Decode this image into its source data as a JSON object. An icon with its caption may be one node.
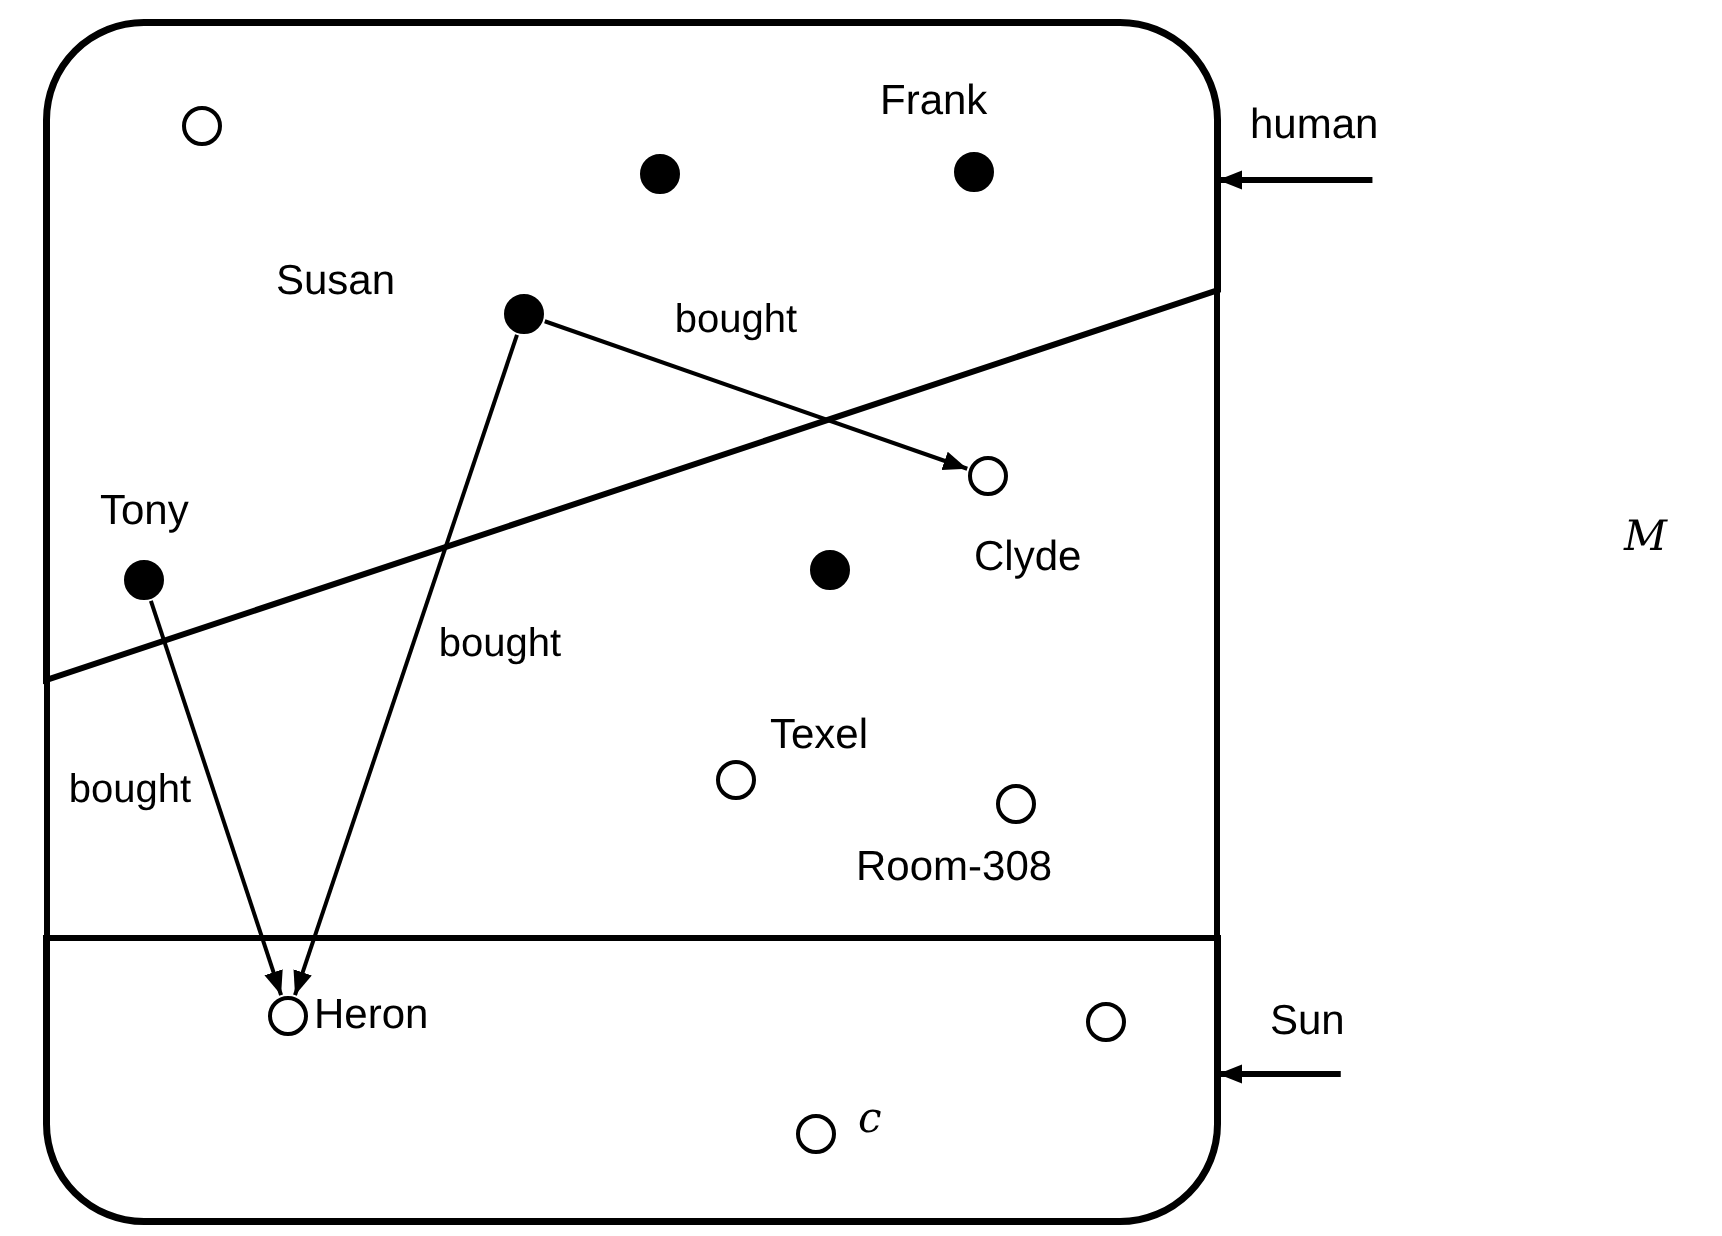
{
  "diagram": {
    "nodes": [
      {
        "text": [],
        "shape": "box"
      },
      {
        "text": [],
        "shape": "region",
        "in": 0
      },
      {
        "text": [],
        "shape": "band",
        "in": 0
      },
      {
        "text": [
          "human"
        ]
      },
      {
        "text": [
          "Sun"
        ]
      },
      {
        "text": [],
        "shape": "circle",
        "in": 1
      },
      {
        "text": [],
        "shape": "dot",
        "in": 1
      },
      {
        "text": [],
        "shape": "dot",
        "in": 1,
        "beside": [
          "Frank"
        ]
      },
      {
        "text": [],
        "shape": "dot",
        "in": 1,
        "beside": [
          "Susan"
        ]
      },
      {
        "text": [],
        "shape": "circle",
        "in": 0,
        "beside": [
          "Clyde"
        ]
      },
      {
        "text": [],
        "shape": "dot",
        "in": 1,
        "beside": [
          "Tony"
        ]
      },
      {
        "text": [],
        "shape": "dot",
        "in": 0
      },
      {
        "text": [],
        "shape": "circle",
        "in": 0,
        "beside": [
          "Texel"
        ]
      },
      {
        "text": [],
        "shape": "circle",
        "in": 0,
        "beside": [
          "Room-308"
        ]
      },
      {
        "text": [],
        "shape": "circle",
        "in": 2,
        "beside": [
          "Heron"
        ]
      },
      {
        "text": [],
        "shape": "circle",
        "in": 2
      },
      {
        "text": [],
        "shape": "circle",
        "in": 2,
        "beside": [
          "c"
        ]
      }
    ],
    "edges": [
      {
        "from": 3,
        "to": 1,
        "arrow": "to"
      },
      {
        "from": 4,
        "to": 2,
        "arrow": "to"
      },
      {
        "from": 8,
        "to": 9,
        "arrow": "to",
        "label": "bought"
      },
      {
        "from": 8,
        "to": 14,
        "arrow": "to",
        "label": "bought"
      },
      {
        "from": 10,
        "to": 14,
        "arrow": "to",
        "label": "bought"
      }
    ],
    "labels": [
      "M"
    ]
  }
}
